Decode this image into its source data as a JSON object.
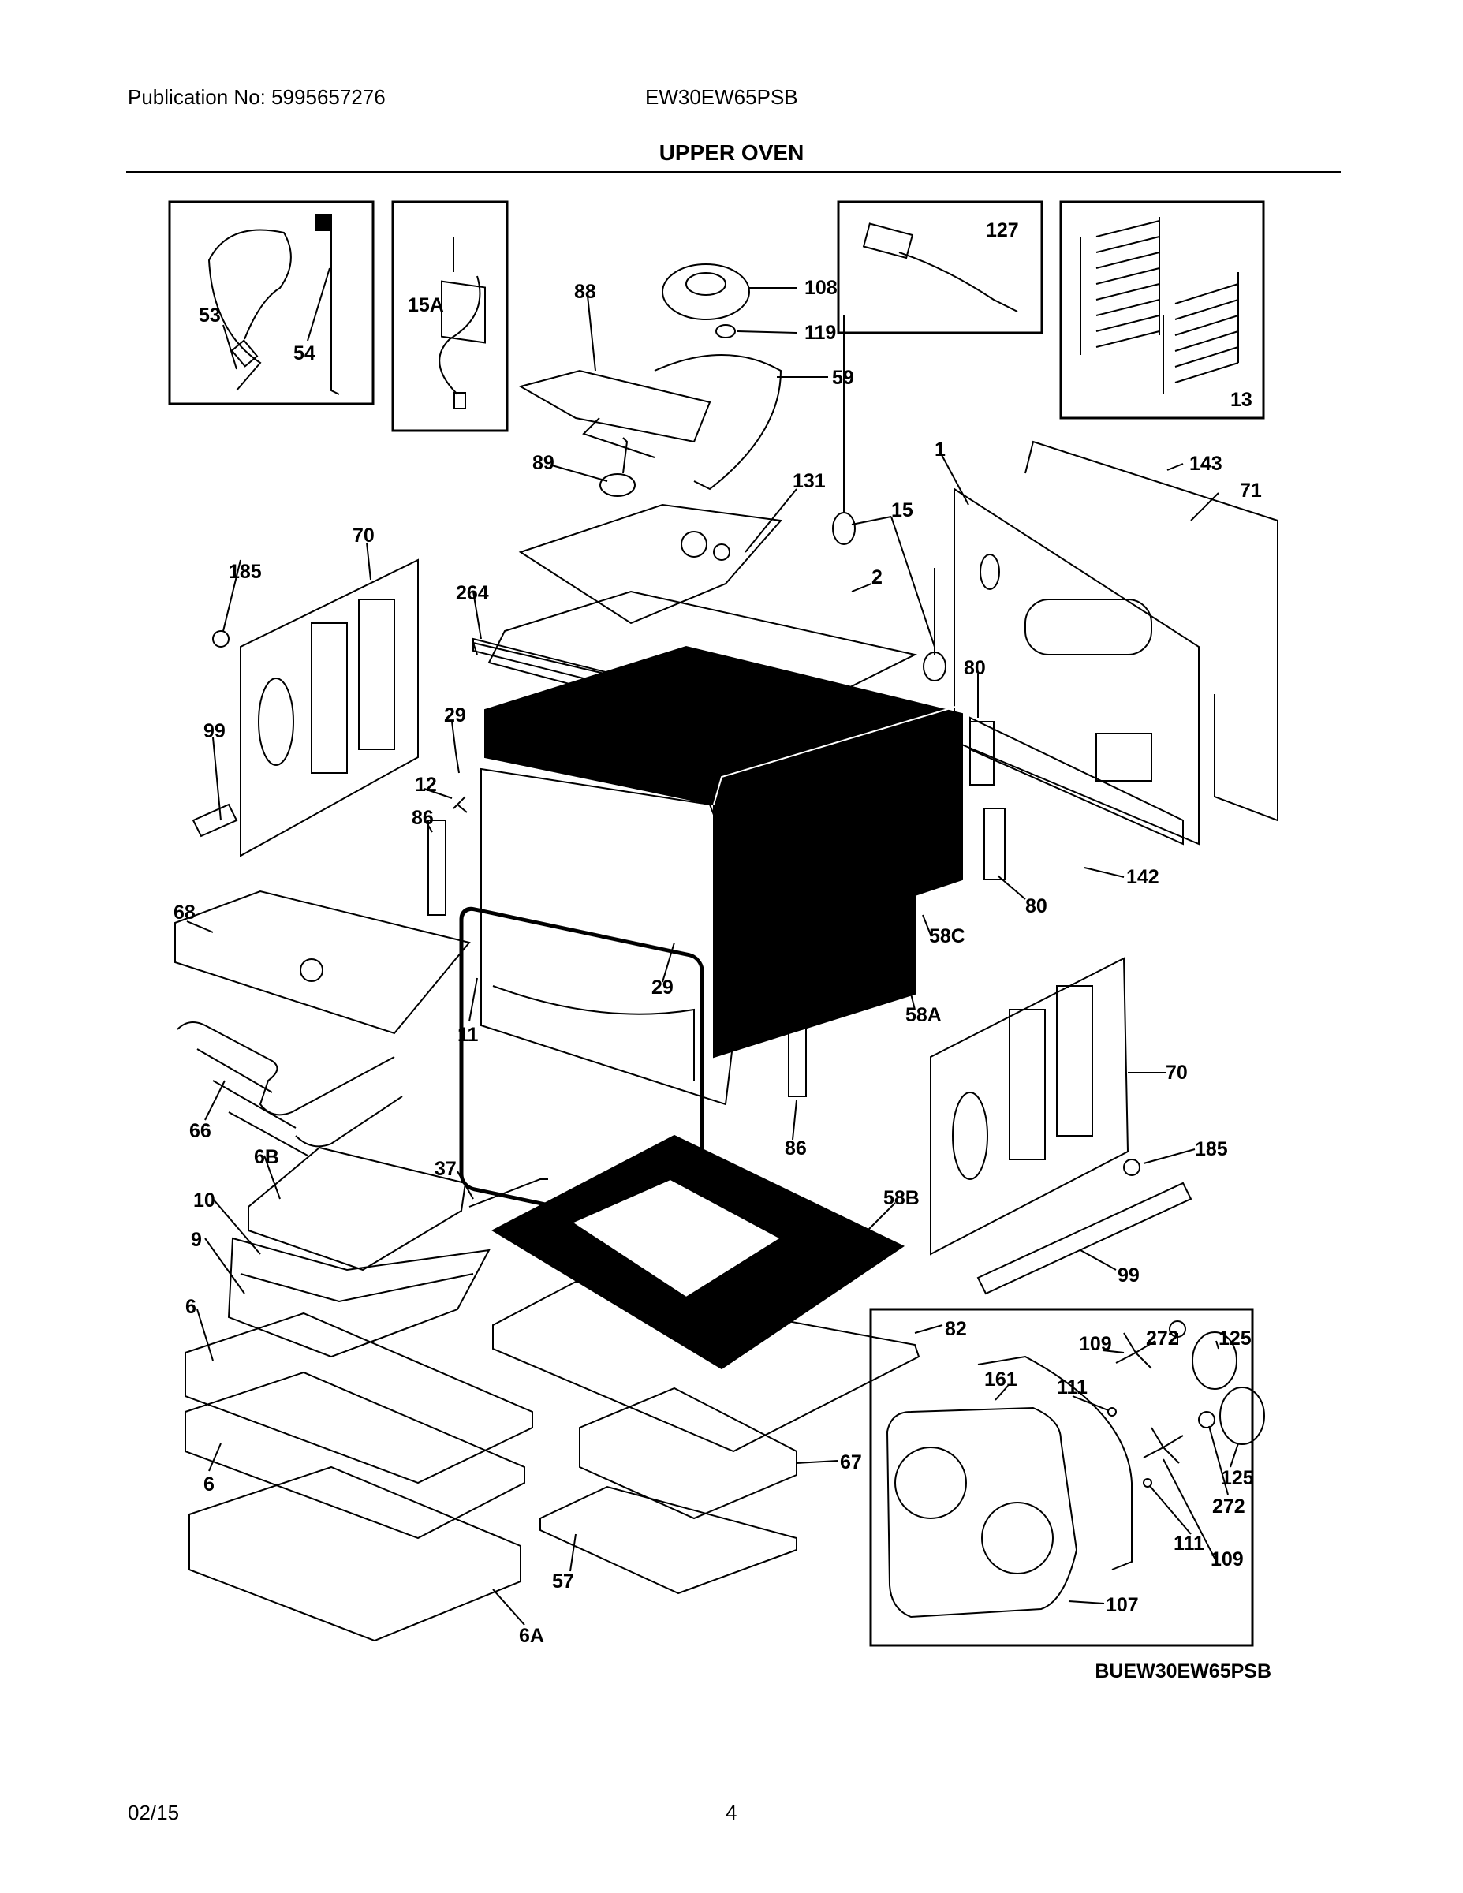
{
  "header": {
    "publication": "Publication No: 5995657276",
    "model": "EW30EW65PSB",
    "title": "UPPER OVEN"
  },
  "diagram": {
    "code": "BUEW30EW65PSB",
    "labels": {
      "p53": "53",
      "p54": "54",
      "p15A": "15A",
      "p88": "88",
      "p108": "108",
      "p119": "119",
      "p59": "59",
      "p127": "127",
      "p13": "13",
      "p89": "89",
      "p131": "131",
      "p1": "1",
      "p143": "143",
      "p71": "71",
      "p15": "15",
      "p70a": "70",
      "p185a": "185",
      "p264": "264",
      "p2": "2",
      "p80a": "80",
      "p99a": "99",
      "p29a": "29",
      "p12": "12",
      "p86a": "86",
      "p142": "142",
      "p80b": "80",
      "p68": "68",
      "p58C": "58C",
      "p29b": "29",
      "p58A": "58A",
      "p11": "11",
      "p70b": "70",
      "p66": "66",
      "p86b": "86",
      "p185b": "185",
      "p6B": "6B",
      "p37": "37",
      "p58B": "58B",
      "p10": "10",
      "p9": "9",
      "p99b": "99",
      "p6a": "6",
      "p82": "82",
      "p109a": "109",
      "p272a": "272",
      "p125a": "125",
      "p161": "161",
      "p111a": "111",
      "p6b": "6",
      "p67": "67",
      "p125b": "125",
      "p272b": "272",
      "p111b": "111",
      "p109b": "109",
      "p57": "57",
      "p107": "107",
      "p6A": "6A"
    }
  },
  "footer": {
    "date": "02/15",
    "page": "4"
  }
}
